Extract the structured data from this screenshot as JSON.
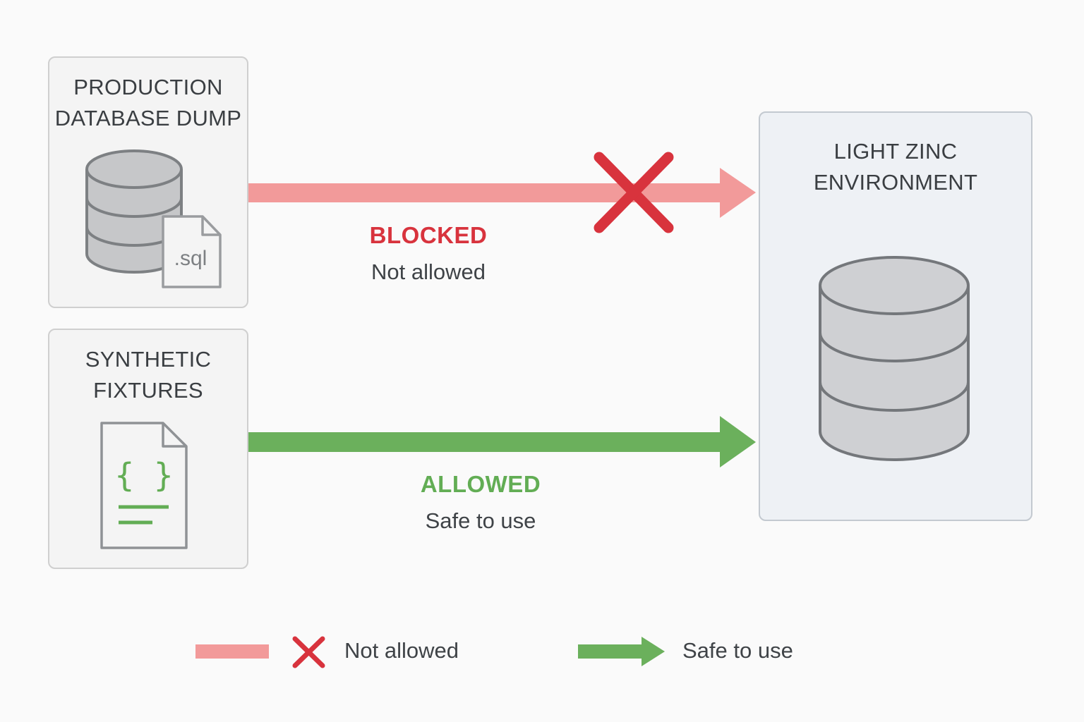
{
  "sources": {
    "production": {
      "title_line1": "PRODUCTION",
      "title_line2": "DATABASE DUMP",
      "file_label": ".sql"
    },
    "synthetic": {
      "title_line1": "SYNTHETIC",
      "title_line2": "FIXTURES",
      "file_label": "{ }"
    }
  },
  "target": {
    "title_line1": "LIGHT ZINC",
    "title_line2": "ENVIRONMENT"
  },
  "flows": {
    "blocked": {
      "label": "BLOCKED",
      "sublabel": "Not allowed",
      "color": "#f29a9a",
      "mark_color": "#d8333d"
    },
    "allowed": {
      "label": "ALLOWED",
      "sublabel": "Safe to use",
      "color": "#6bb05c",
      "label_color": "#62ad54"
    }
  },
  "legend": {
    "not_allowed": "Not allowed",
    "safe": "Safe to use"
  },
  "icons": {
    "database": "database-icon",
    "sql_file": "sql-file-icon",
    "json_file": "json-file-icon",
    "cross": "cross-icon",
    "arrow": "arrow-icon"
  }
}
